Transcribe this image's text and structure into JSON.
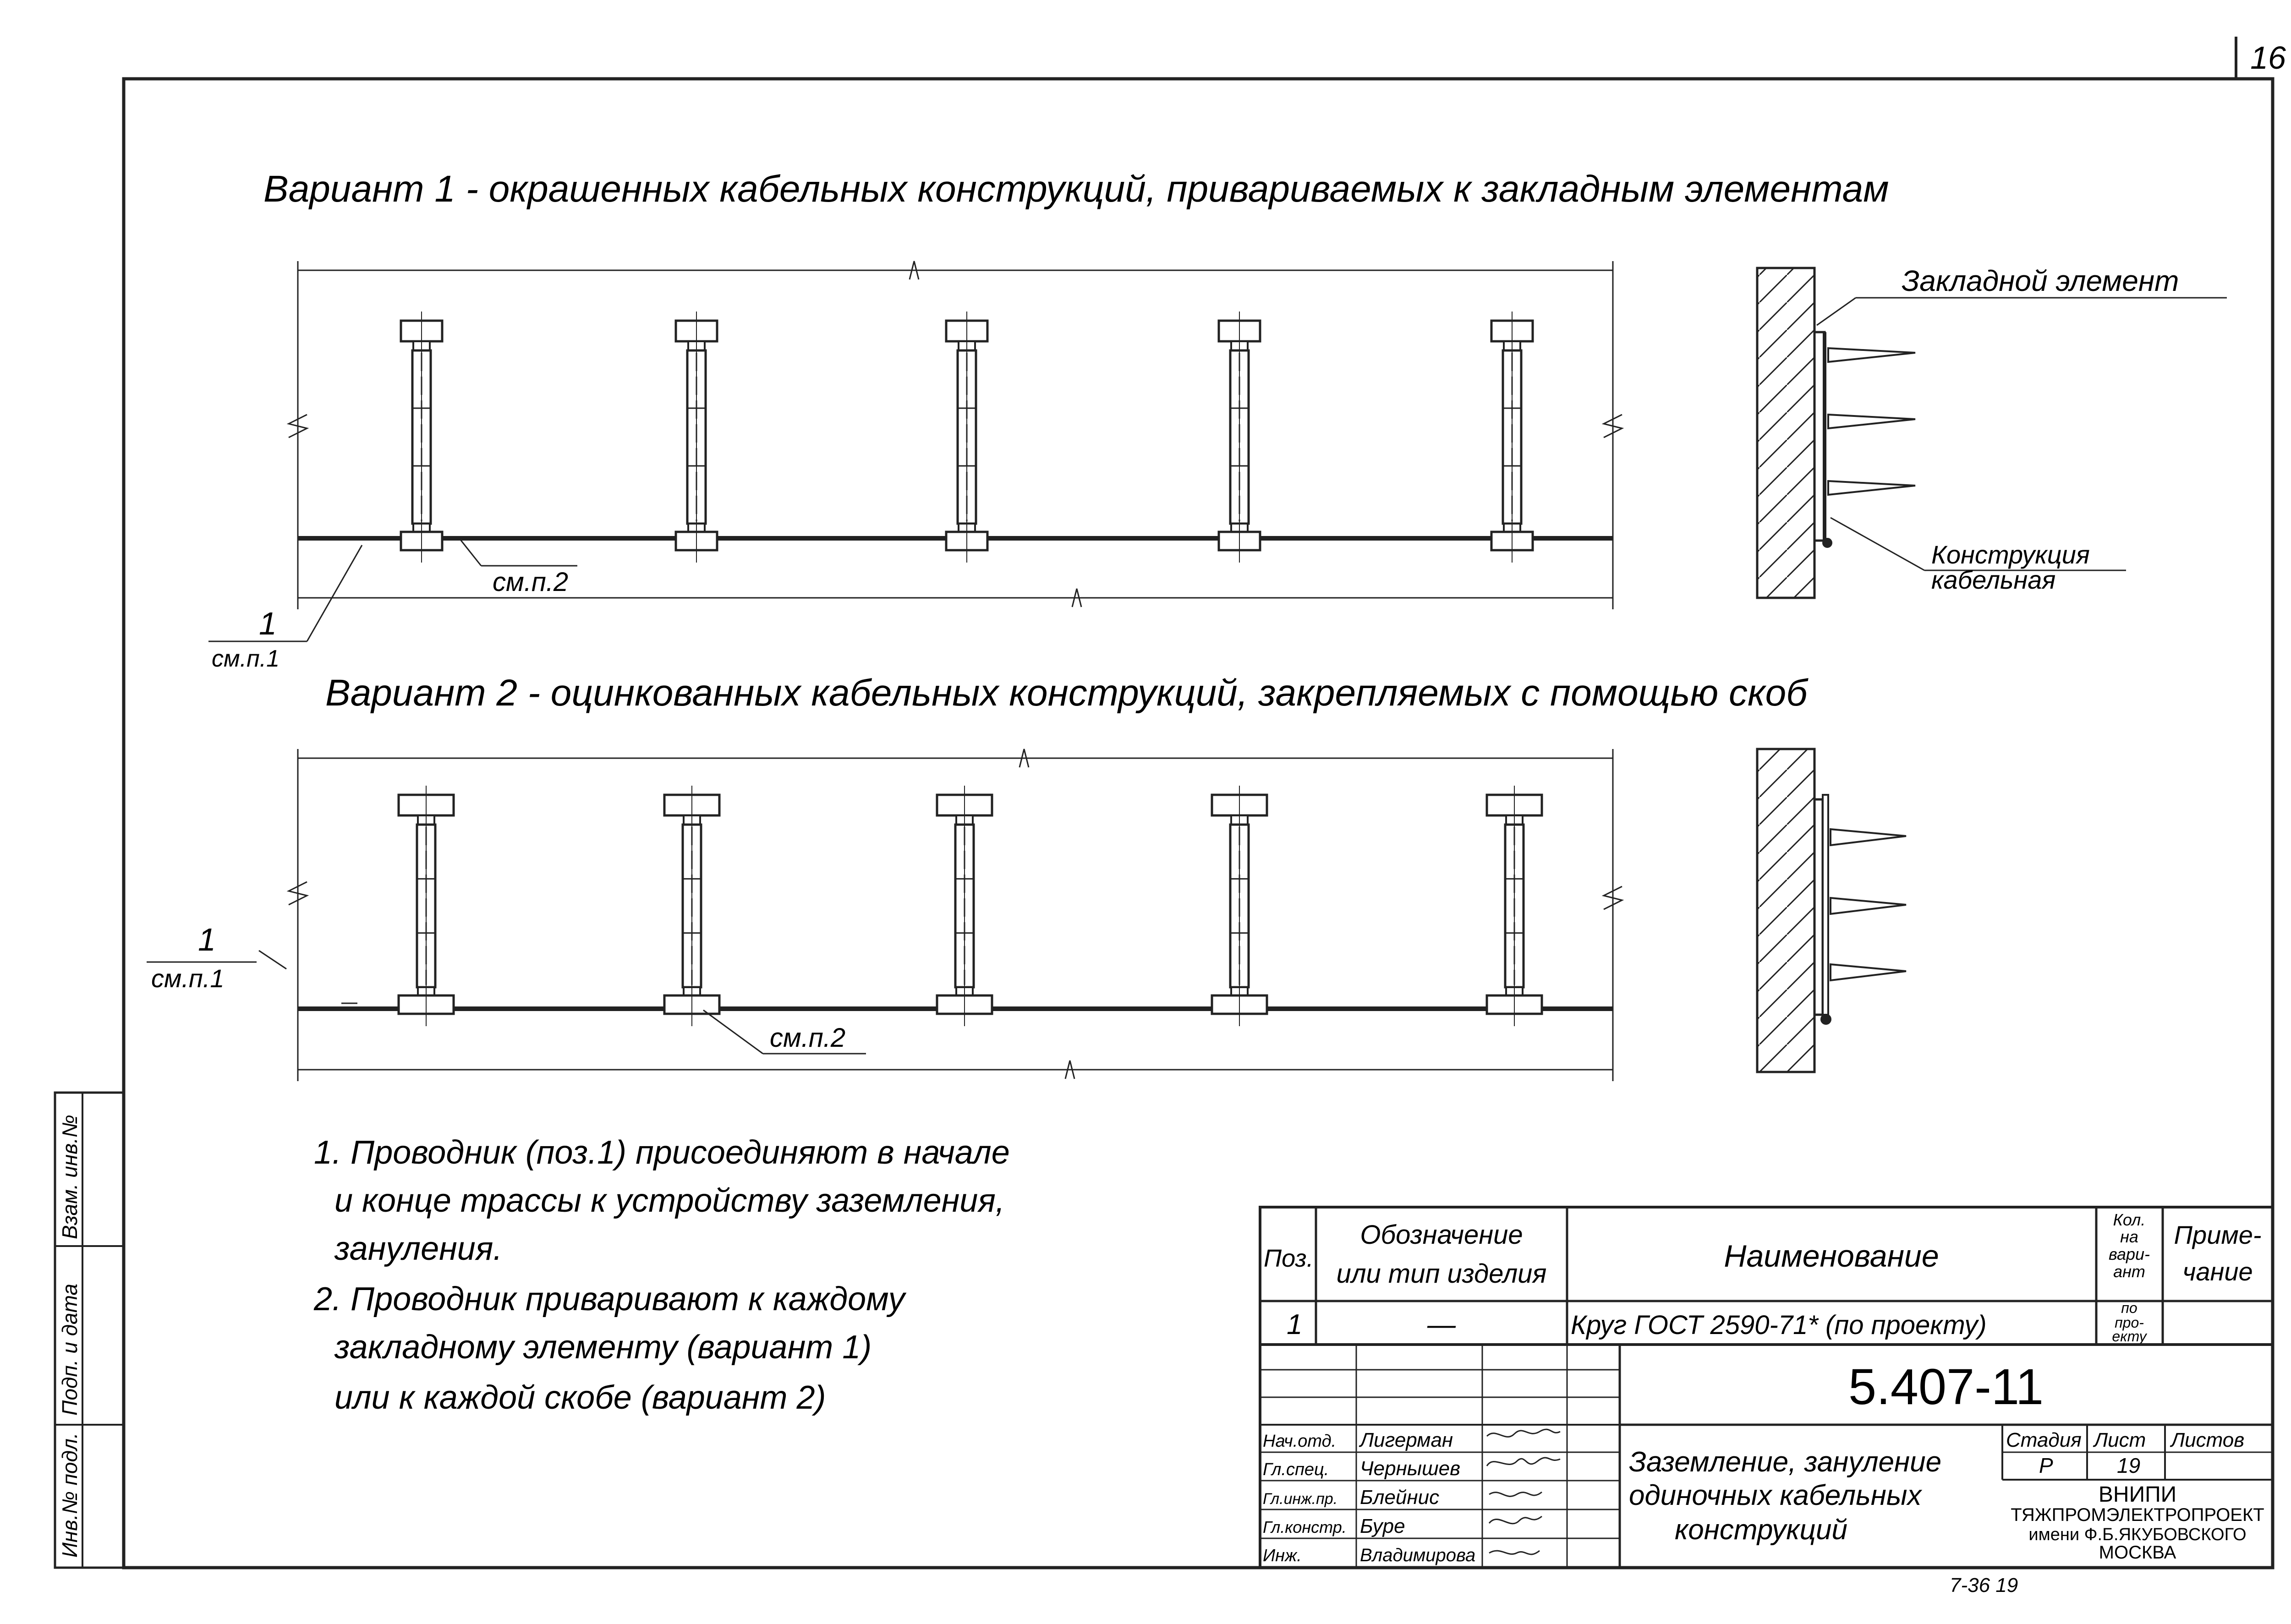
{
  "sheet_number": "16",
  "variant1_title": "Вариант 1 - окрашенных кабельных конструкций, привариваемых к закладным элементам",
  "variant2_title": "Вариант 2 - оцинкованных кабельных конструкций, закрепляемых с помощью скоб",
  "callouts": {
    "pos1_number": "1",
    "pos1_ref": "см.п.1",
    "note2_ref": "см.п.2",
    "embedded_element": "Закладной элемент",
    "cable_structure_line1": "Конструкция",
    "cable_structure_line2": "кабельная"
  },
  "notes": [
    "1. Проводник (поз.1) присоединяют в начале",
    "и конце трассы к устройству заземления,",
    "зануления.",
    "2. Проводник приваривают к каждому",
    "закладному элементу (вариант 1)",
    "или к каждой скобе (вариант 2)"
  ],
  "spec_table": {
    "headers": {
      "pos": "Поз.",
      "designation_1": "Обозначение",
      "designation_2": "или тип изделия",
      "name": "Наименование",
      "qty_1": "Кол.",
      "qty_2": "на",
      "qty_3": "вари-",
      "qty_4": "ант",
      "note_1": "Приме-",
      "note_2": "чание"
    },
    "row": {
      "pos": "1",
      "designation": "—",
      "name": "Круг ГОСТ 2590-71* (по проекту)",
      "qty_1": "по",
      "qty_2": "про-",
      "qty_3": "екту"
    }
  },
  "title_block": {
    "doc_code": "5.407-11",
    "title_1": "Заземление, зануление",
    "title_2": "одиночных кабельных",
    "title_3": "конструкций",
    "stage_label": "Стадия",
    "sheet_label": "Лист",
    "sheets_label": "Листов",
    "stage_value": "Р",
    "sheet_value": "19",
    "org_1": "ВНИПИ",
    "org_2": "ТЯЖПРОМЭЛЕКТРОПРОЕКТ",
    "org_3": "имени Ф.Б.ЯКУБОВСКОГО",
    "org_4": "МОСКВА",
    "signers": [
      {
        "role": "Нач.отд.",
        "name": "Лигерман"
      },
      {
        "role": "Гл.спец.",
        "name": "Чернышев"
      },
      {
        "role": "Гл.инж.пр.",
        "name": "Блейнис"
      },
      {
        "role": "Гл.констр.",
        "name": "Буре"
      },
      {
        "role": "Инж.",
        "name": "Владимирова"
      }
    ]
  },
  "side_stamp": {
    "inv_orig": "Инв.№ подл.",
    "sign_date": "Подп. и дата",
    "inv_replace": "Взам. инв.№"
  },
  "footer_mark": "7-36 19"
}
